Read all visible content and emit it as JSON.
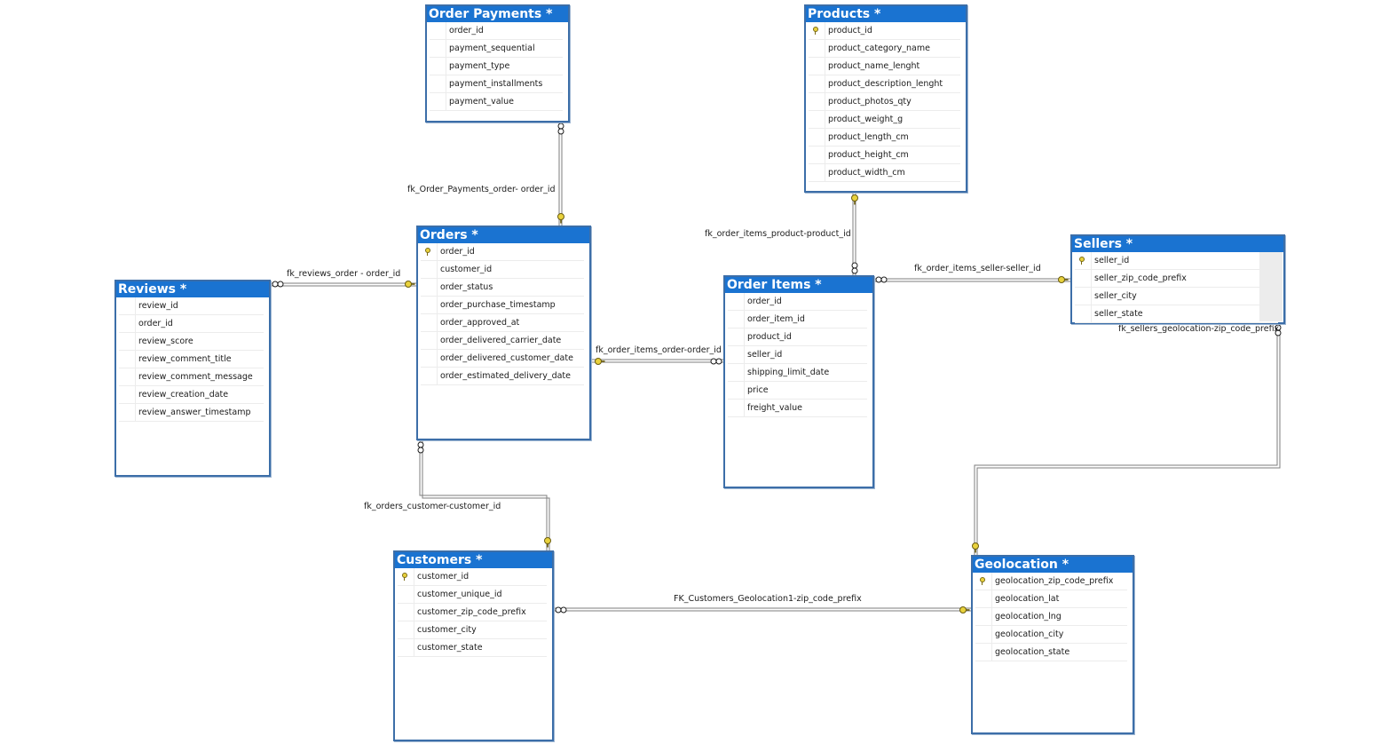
{
  "tables": {
    "order_payments": {
      "title": "Order Payments *",
      "columns": [
        "order_id",
        "payment_sequential",
        "payment_type",
        "payment_installments",
        "payment_value"
      ]
    },
    "products": {
      "title": "Products *",
      "columns": [
        "product_id",
        "product_category_name",
        "product_name_lenght",
        "product_description_lenght",
        "product_photos_qty",
        "product_weight_g",
        "product_length_cm",
        "product_height_cm",
        "product_width_cm"
      ]
    },
    "orders": {
      "title": "Orders *",
      "columns": [
        "order_id",
        "customer_id",
        "order_status",
        "order_purchase_timestamp",
        "order_approved_at",
        "order_delivered_carrier_date",
        "order_delivered_customer_date",
        "order_estimated_delivery_date"
      ]
    },
    "reviews": {
      "title": "Reviews *",
      "columns": [
        "review_id",
        "order_id",
        "review_score",
        "review_comment_title",
        "review_comment_message",
        "review_creation_date",
        "review_answer_timestamp"
      ]
    },
    "order_items": {
      "title": "Order Items *",
      "columns": [
        "order_id",
        "order_item_id",
        "product_id",
        "seller_id",
        "shipping_limit_date",
        "price",
        "freight_value"
      ]
    },
    "sellers": {
      "title": "Sellers *",
      "columns": [
        "seller_id",
        "seller_zip_code_prefix",
        "seller_city",
        "seller_state"
      ]
    },
    "customers": {
      "title": "Customers *",
      "columns": [
        "customer_id",
        "customer_unique_id",
        "customer_zip_code_prefix",
        "customer_city",
        "customer_state"
      ]
    },
    "geolocation": {
      "title": "Geolocation *",
      "columns": [
        "geolocation_zip_code_prefix",
        "geolocation_lat",
        "geolocation_lng",
        "geolocation_city",
        "geolocation_state"
      ]
    }
  },
  "relationships": {
    "order_payments_orders": "fk_Order_Payments_order- order_id",
    "order_items_product": "fk_order_items_product-product_id",
    "order_items_seller": "fk_order_items_seller-seller_id",
    "reviews_order": "fk_reviews_order - order_id",
    "order_items_order": "fk_order_items_order-order_id",
    "sellers_geolocation": "fk_sellers_geolocation-zip_code_prefix",
    "orders_customer": "fk_orders_customer-customer_id",
    "customers_geolocation": "FK_Customers_Geolocation1-zip_code_prefix"
  },
  "colors": {
    "title_bar": "#1a73d1",
    "table_border": "#3c6ea8",
    "connector": "#7d7d7d",
    "key": "#e9d23d"
  },
  "icons": {
    "primary_key": "key-icon",
    "many_end": "infinity-icon",
    "one_end": "key-icon"
  }
}
